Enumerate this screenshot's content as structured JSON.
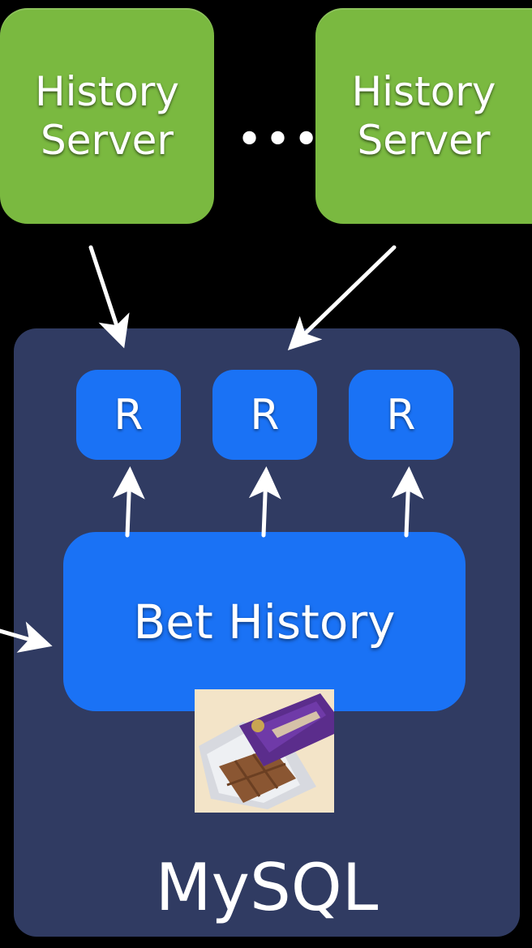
{
  "servers": [
    {
      "line1": "History",
      "line2": "Server"
    },
    {
      "line1": "History",
      "line2": "Server"
    }
  ],
  "ellipsis": "•••",
  "replicas": [
    "R",
    "R",
    "R"
  ],
  "bet_history": "Bet History",
  "mysql_label": "MySQL",
  "colors": {
    "background": "#000000",
    "server": "#7ab940",
    "mysql_box": "#303b62",
    "node": "#1a72f5",
    "arrow": "#ffffff"
  },
  "icons": {
    "chocolate": "chocolate-bar-icon"
  }
}
